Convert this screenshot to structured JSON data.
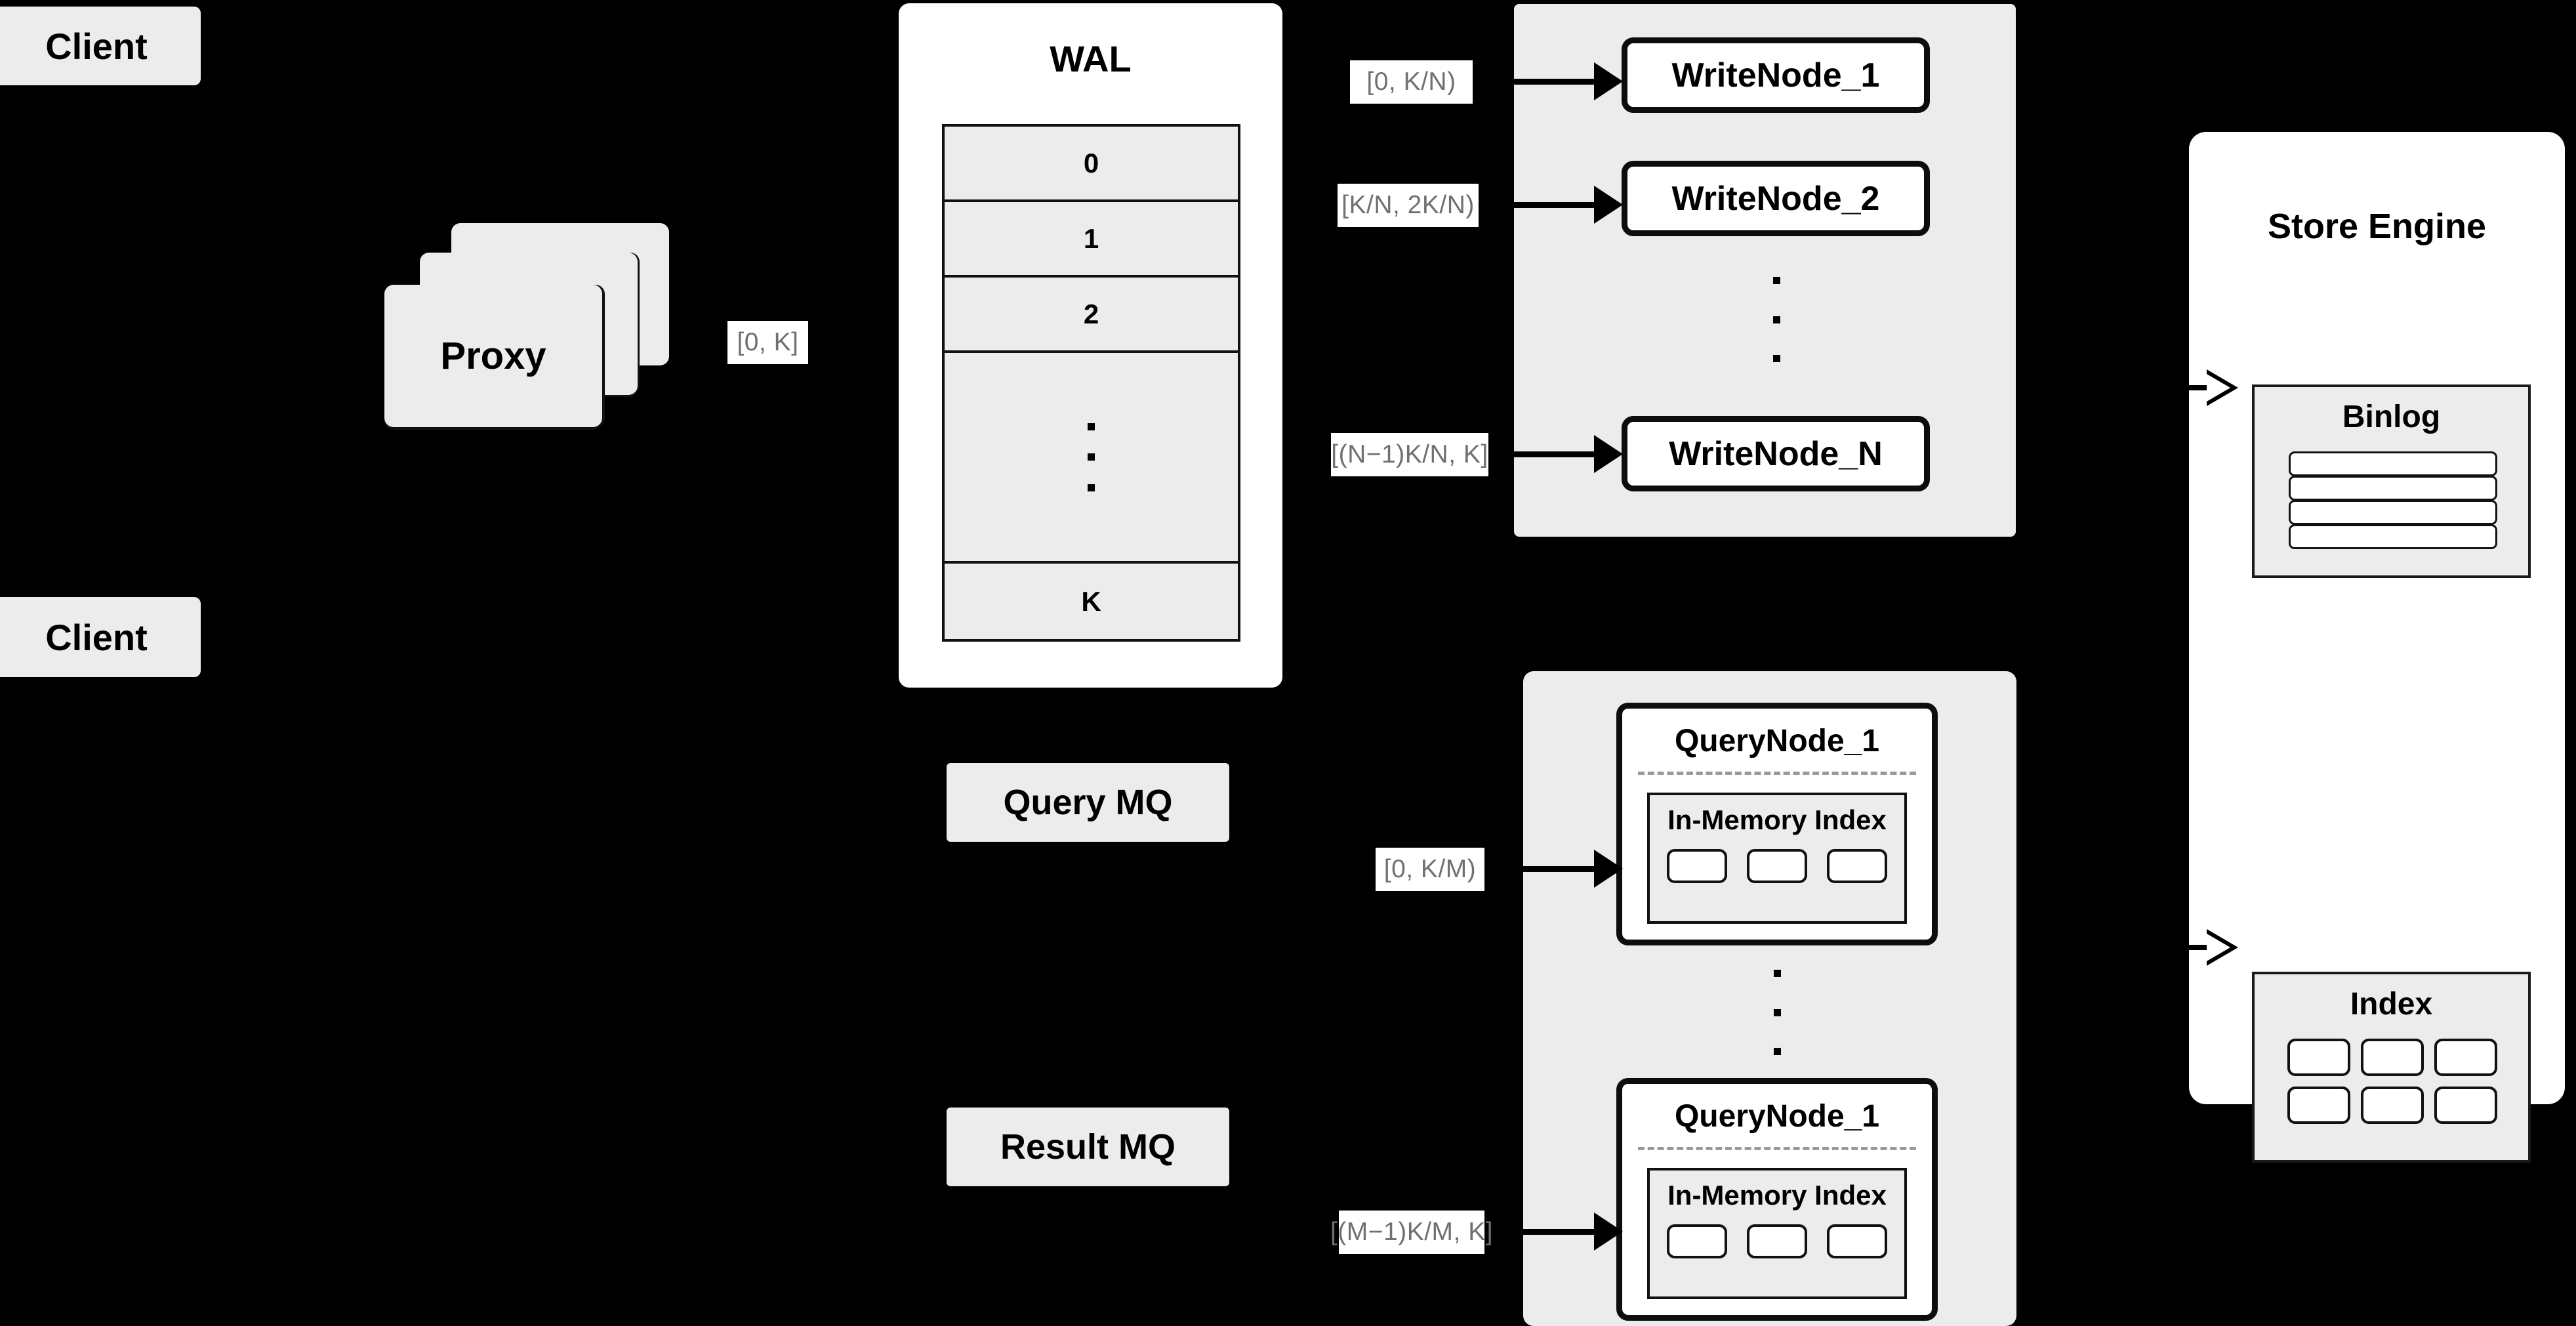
{
  "diagram": {
    "title": "Distributed write/query architecture",
    "colors": {
      "background": "#000000",
      "node_fill": "#ececec",
      "card_fill": "#ffffff",
      "stroke": "#111111",
      "label_text": "#707070"
    }
  },
  "clients": [
    {
      "label": "Client"
    },
    {
      "label": "Client"
    }
  ],
  "proxy": {
    "label": "Proxy",
    "stack_count": 3
  },
  "proxy_range_label": "[0, K]",
  "wal": {
    "title": "WAL",
    "rows": [
      "0",
      "1",
      "2",
      "···",
      "K"
    ],
    "dots_row_index": 3
  },
  "message_queues": [
    {
      "label": "Query MQ"
    },
    {
      "label": "Result MQ"
    }
  ],
  "write_cluster": {
    "nodes": [
      {
        "label": "WriteNode_1",
        "range": "[0,  K/N)"
      },
      {
        "label": "WriteNode_2",
        "range": "[K/N, 2K/N)"
      },
      {
        "label": "WriteNode_N",
        "range": "[(N−1)K/N,  K]"
      }
    ],
    "ellipsis": "⋮"
  },
  "query_cluster": {
    "nodes": [
      {
        "label": "QueryNode_1",
        "range": "[0, K/M)",
        "index_panel": {
          "title": "In-Memory Index",
          "cells": 3
        }
      },
      {
        "label": "QueryNode_1",
        "range": "[(M−1)K/M, K]",
        "index_panel": {
          "title": "In-Memory Index",
          "cells": 3
        }
      }
    ],
    "ellipsis": "⋮"
  },
  "store_engine": {
    "title": "Store Engine",
    "binlog": {
      "title": "Binlog",
      "bars": 4
    },
    "index": {
      "title": "Index",
      "cells": 6
    }
  }
}
